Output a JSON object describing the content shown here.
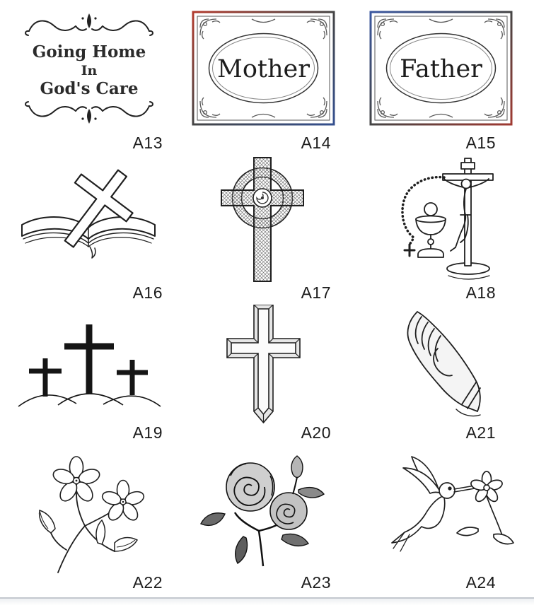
{
  "page": {
    "background": "#ffffff",
    "rule_color": "#c3c8ce"
  },
  "catalog": {
    "items": [
      {
        "code": "A13",
        "icon": "going-home-script-icon",
        "lines": [
          "Going Home",
          "In",
          "God's Care"
        ]
      },
      {
        "code": "A14",
        "icon": "mother-ornate-frame-icon",
        "text": "Mother",
        "accent_colors": [
          "#b23b2e",
          "#35508f"
        ]
      },
      {
        "code": "A15",
        "icon": "father-ornate-frame-icon",
        "text": "Father",
        "accent_colors": [
          "#3a57a0",
          "#a03a32"
        ]
      },
      {
        "code": "A16",
        "icon": "open-bible-with-cross-icon"
      },
      {
        "code": "A17",
        "icon": "celtic-cross-icon"
      },
      {
        "code": "A18",
        "icon": "crucifix-chalice-rosary-icon"
      },
      {
        "code": "A19",
        "icon": "three-crosses-hill-icon"
      },
      {
        "code": "A20",
        "icon": "beveled-cross-icon"
      },
      {
        "code": "A21",
        "icon": "praying-hands-icon"
      },
      {
        "code": "A22",
        "icon": "dogwood-blossoms-icon"
      },
      {
        "code": "A23",
        "icon": "roses-icon"
      },
      {
        "code": "A24",
        "icon": "hummingbird-flower-icon"
      }
    ]
  }
}
